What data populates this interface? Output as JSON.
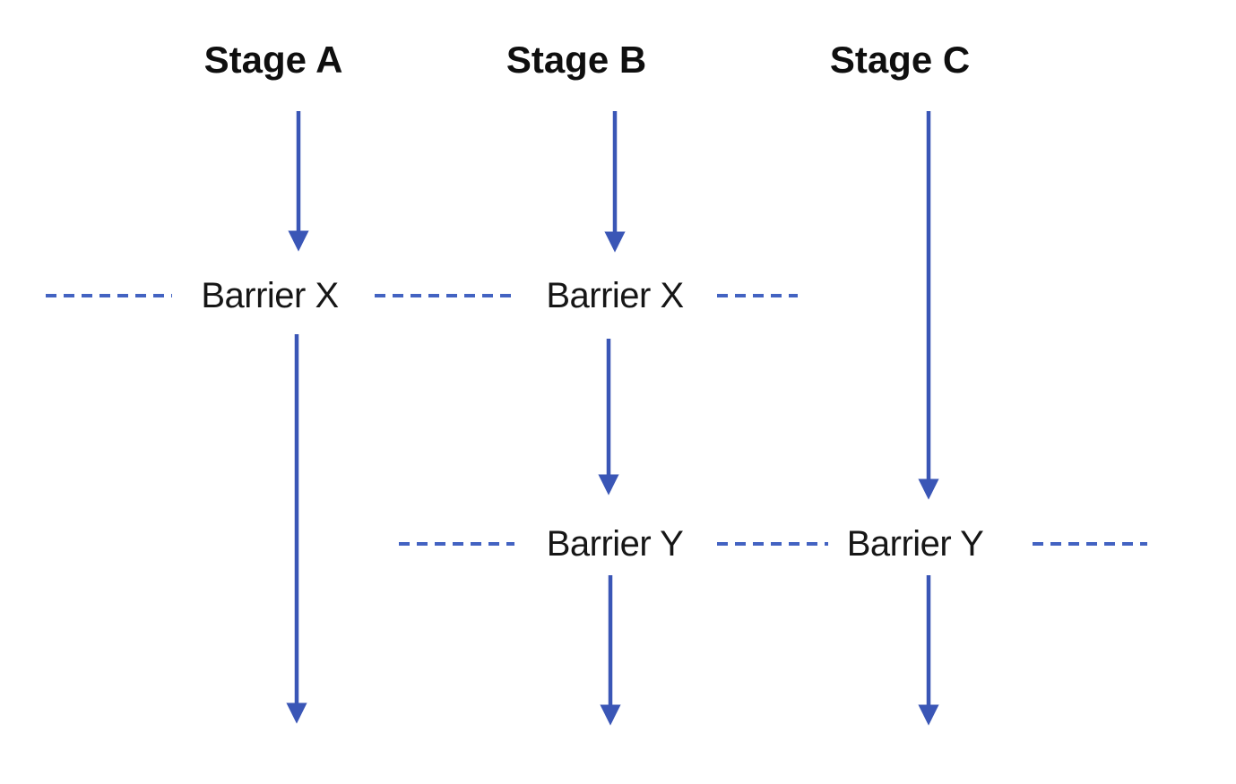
{
  "diagram": {
    "columns": [
      {
        "stage": "Stage A",
        "barriers": {
          "x": "Barrier X"
        }
      },
      {
        "stage": "Stage B",
        "barriers": {
          "x": "Barrier X",
          "y": "Barrier Y"
        }
      },
      {
        "stage": "Stage C",
        "barriers": {
          "y": "Barrier Y"
        }
      }
    ],
    "colors": {
      "arrow": "#3a56b6",
      "dash": "#4363c2",
      "label_text": "#161616",
      "background": "#ffffff"
    }
  }
}
